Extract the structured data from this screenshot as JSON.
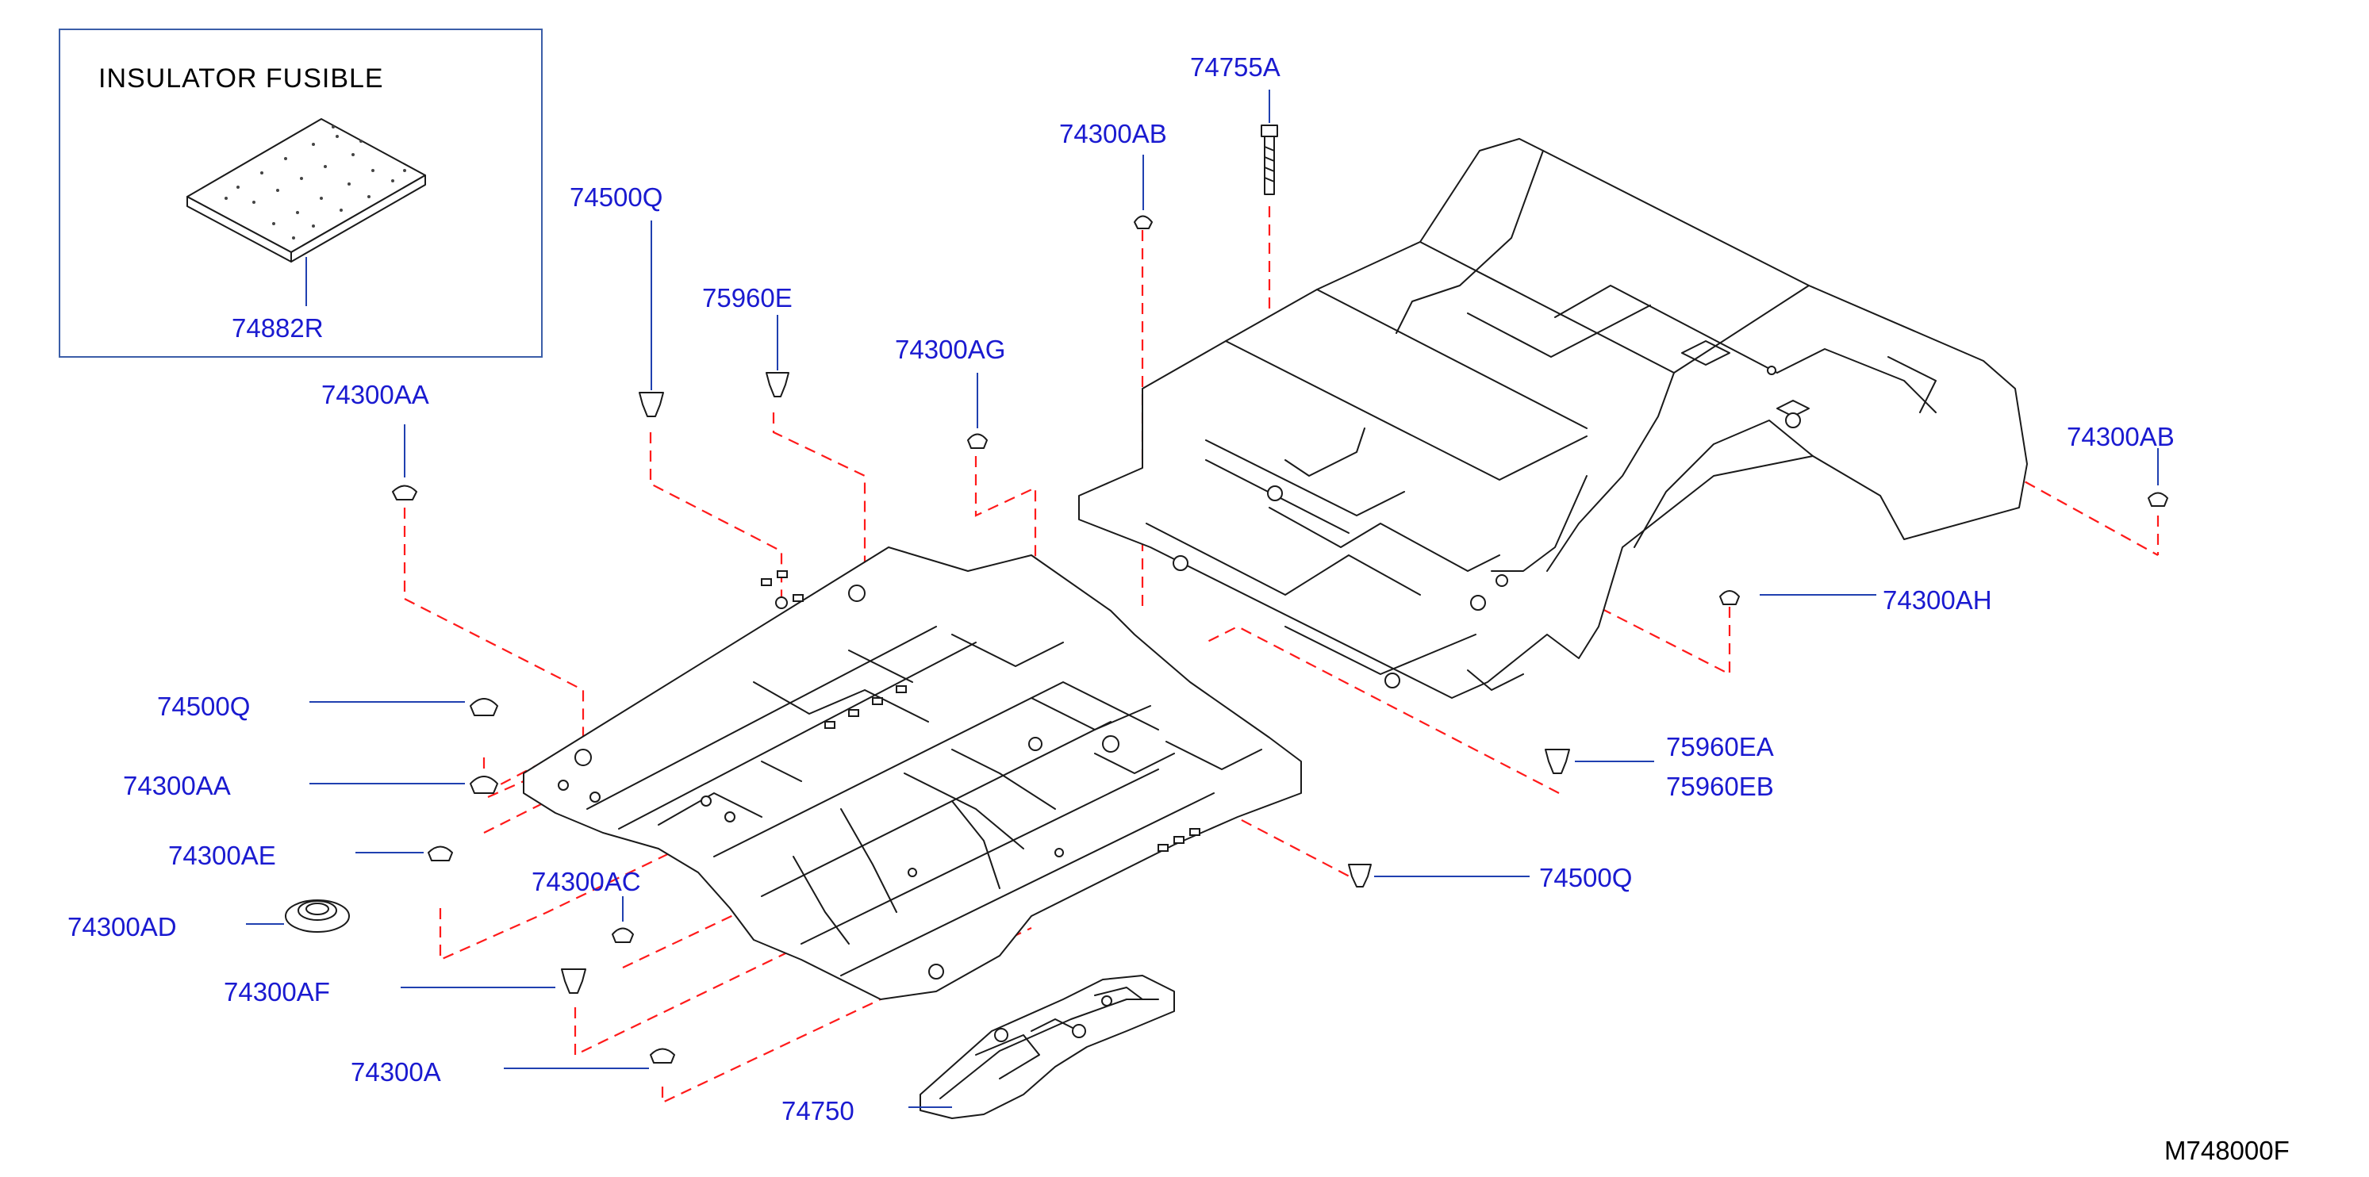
{
  "inset": {
    "title": "INSULATOR   FUSIBLE",
    "part": "74882R"
  },
  "labels": {
    "p74755A": "74755A",
    "p74300AB_top": "74300AB",
    "p74500Q_top": "74500Q",
    "p75960E": "75960E",
    "p74300AG": "74300AG",
    "p74300AA_top": "74300AA",
    "p74300AB_right": "74300AB",
    "p74300AH": "74300AH",
    "p75960EA": "75960EA",
    "p75960EB": "75960EB",
    "p74500Q_right": "74500Q",
    "p74500Q_left": "74500Q",
    "p74300AA_left": "74300AA",
    "p74300AE": "74300AE",
    "p74300AC": "74300AC",
    "p74300AD": "74300AD",
    "p74300AF": "74300AF",
    "p74300A": "74300A",
    "p74750": "74750"
  },
  "diagram_code": "M748000F",
  "colors": {
    "label": "#1a1ad0",
    "phantom": "#ff1a1a",
    "leader": "#2040b0",
    "outline": "#1a1a1a",
    "inset_border": "#3b5ea8"
  }
}
